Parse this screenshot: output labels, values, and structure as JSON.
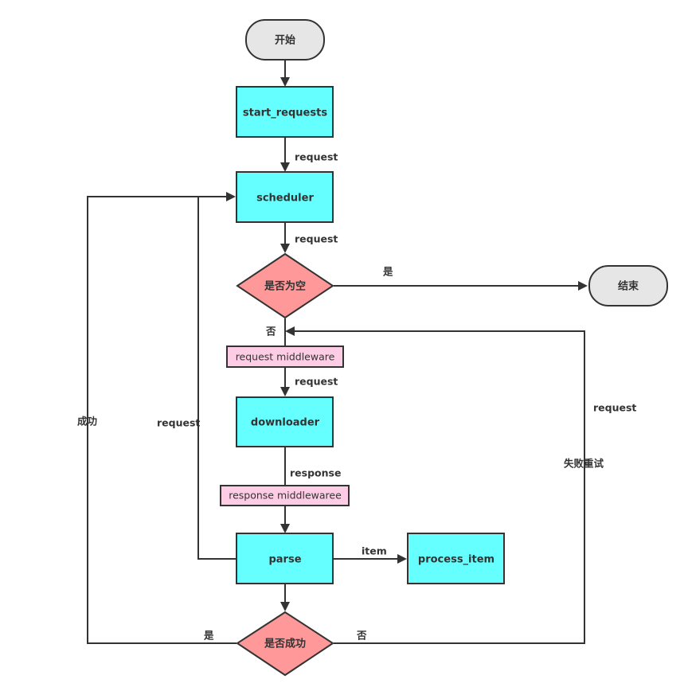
{
  "nodes": {
    "start": "开始",
    "start_requests": "start_requests",
    "scheduler": "scheduler",
    "is_empty": "是否为空",
    "end": "结束",
    "request_middleware": "request middleware",
    "downloader": "downloader",
    "response_middleware": "response middlewaree",
    "parse": "parse",
    "process_item": "process_item",
    "is_success": "是否成功"
  },
  "edges": {
    "request_1": "request",
    "request_2": "request",
    "yes_empty": "是",
    "no_empty": "否",
    "request_3": "request",
    "response": "response",
    "item": "item",
    "request_loop": "request",
    "success": "成功",
    "yes_success": "是",
    "no_success": "否",
    "retry_request": "request",
    "retry_fail": "失败重试"
  },
  "colors": {
    "process_fill": "#66ffff",
    "decision_fill": "#ff9999",
    "terminal_fill": "#e6e6e6",
    "middleware_fill": "#ffcce6",
    "line": "#333333"
  }
}
